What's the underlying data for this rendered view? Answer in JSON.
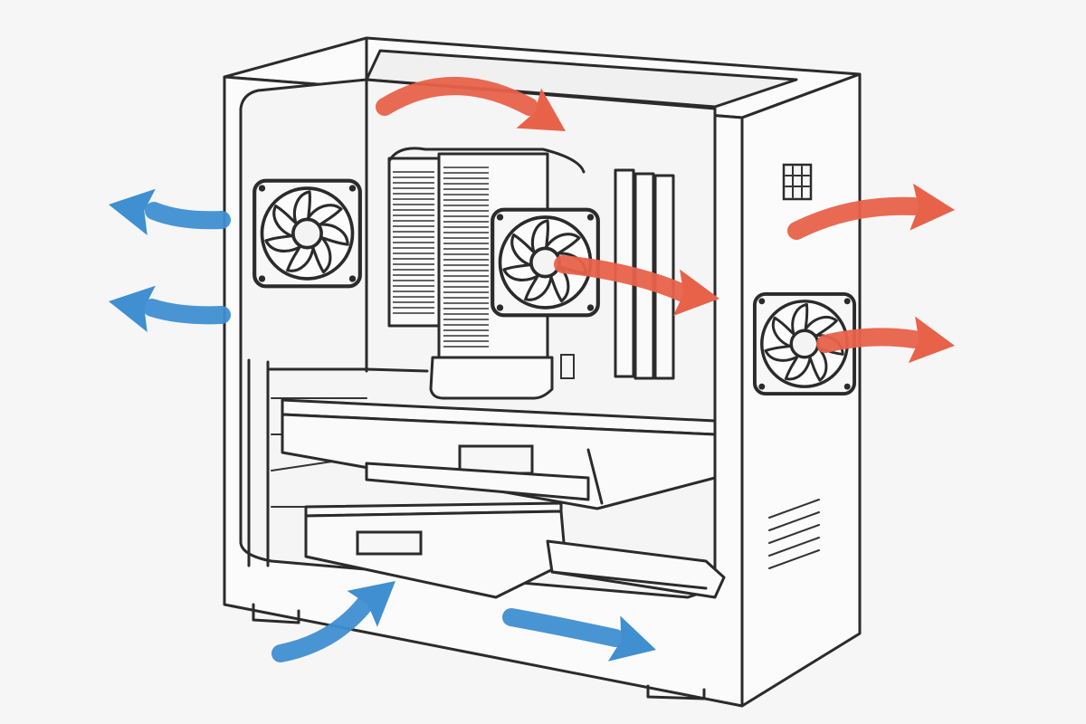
{
  "colors": {
    "hot_air": "#e8624a",
    "cool_air": "#3f8fd1",
    "line": "#2b2b2b",
    "background": "#f6f6f6"
  },
  "components": [
    {
      "id": "pc-case",
      "icon": "pc-case-icon"
    },
    {
      "id": "rear-exhaust-fan",
      "icon": "fan-icon"
    },
    {
      "id": "cpu-tower-cooler",
      "icon": "heatsink-icon"
    },
    {
      "id": "cpu-cooler-fan",
      "icon": "fan-icon"
    },
    {
      "id": "ram-modules",
      "icon": "ram-icon"
    },
    {
      "id": "graphics-card",
      "icon": "gpu-icon"
    },
    {
      "id": "power-supply",
      "icon": "psu-icon"
    },
    {
      "id": "storage-drive",
      "icon": "drive-icon"
    },
    {
      "id": "front-fan",
      "icon": "fan-icon"
    },
    {
      "id": "front-vent-grille",
      "icon": "grille-icon"
    }
  ],
  "airflow": [
    {
      "id": "top-hot-flow",
      "kind": "hot"
    },
    {
      "id": "cooler-hot-flow",
      "kind": "hot"
    },
    {
      "id": "front-upper-hot-flow",
      "kind": "hot"
    },
    {
      "id": "front-lower-hot-flow",
      "kind": "hot"
    },
    {
      "id": "rear-upper-cool-flow",
      "kind": "cool"
    },
    {
      "id": "rear-lower-cool-flow",
      "kind": "cool"
    },
    {
      "id": "bottom-intake-cool-flow",
      "kind": "cool"
    },
    {
      "id": "bottom-exhaust-cool-flow",
      "kind": "cool"
    }
  ]
}
